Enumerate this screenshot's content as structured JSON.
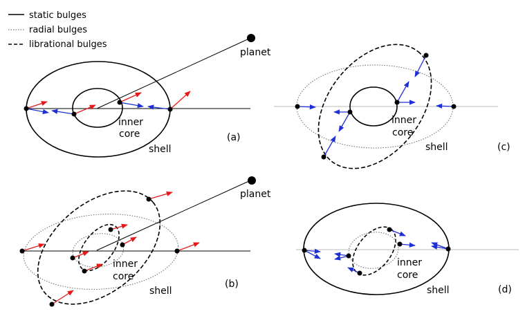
{
  "legend": {
    "static": "static bulges",
    "radial": "radial bulges",
    "librational": "librational bulges"
  },
  "labels": {
    "planet": "planet",
    "inner": "inner",
    "core": "core",
    "shell": "shell"
  },
  "panels": [
    "(a)",
    "(b)",
    "(c)",
    "(d)"
  ],
  "colors": {
    "red_arrow": "#e41a1a",
    "blue_arrow": "#1f2fd6",
    "gray_axis": "#bbbbbb",
    "line": "#000000"
  }
}
